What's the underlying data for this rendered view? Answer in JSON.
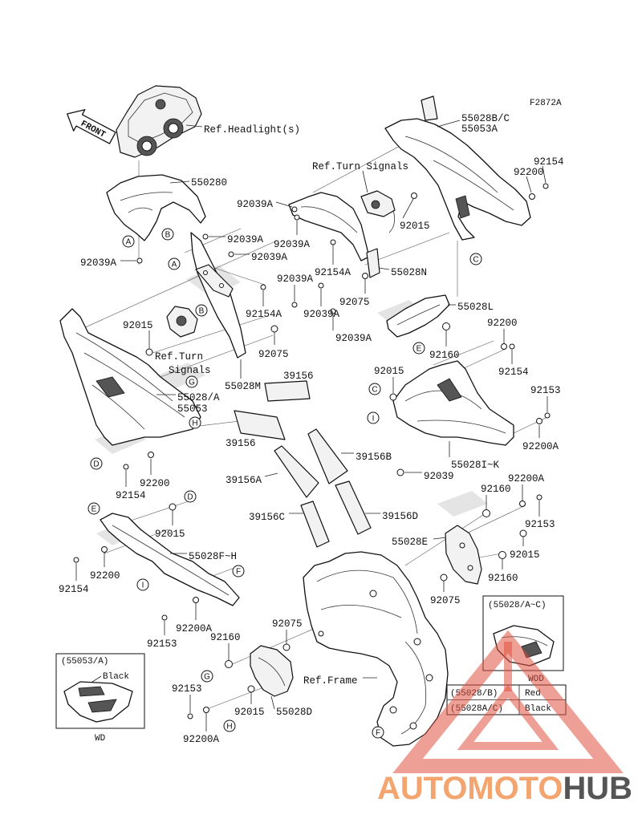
{
  "diagram_code": "F2872A",
  "front_arrow": "FRONT",
  "refs": {
    "headlight": "Ref.Headlight(s)",
    "turn_signals_top": "Ref.Turn Signals",
    "turn_signals_left_line1": "Ref.Turn",
    "turn_signals_left_line2": "Signals",
    "frame": "Ref.Frame"
  },
  "parts": [
    "55028B/C",
    "55053A",
    "92154",
    "92200",
    "550280",
    "92039A",
    "92015",
    "92039A",
    "92039A",
    "92039A",
    "92039A",
    "92154A",
    "55028N",
    "92039A",
    "92075",
    "55028L",
    "92154A",
    "92039A",
    "92015",
    "92200",
    "92039A",
    "92075",
    "92160",
    "92015",
    "92154",
    "39156",
    "55028M",
    "92153",
    "55028/A",
    "55053",
    "39156",
    "92200A",
    "39156B",
    "55028I~K",
    "92039",
    "39156A",
    "92200",
    "92200A",
    "92160",
    "92154",
    "39156C",
    "39156D",
    "92153",
    "92015",
    "55028E",
    "92015",
    "55028F~H",
    "92200",
    "92160",
    "92154",
    "92075",
    "92200A",
    "92075",
    "92160",
    "92153",
    "92153",
    "92015",
    "55028D",
    "92200A"
  ],
  "markers": {
    "a": "A",
    "b": "B",
    "c": "C",
    "d": "D",
    "e": "E",
    "f": "F",
    "g": "G",
    "h": "H",
    "i": "I"
  },
  "inset_left": {
    "title": "(55053/A)",
    "color_label": "Black",
    "code": "WD"
  },
  "inset_right": {
    "title": "(55028/A~C)",
    "code": "WOD"
  },
  "color_table": [
    {
      "part": "(55028/B)",
      "color": "Red"
    },
    {
      "part": "(55028A/C)",
      "color": "Black"
    }
  ],
  "watermark": {
    "brand_part1": "AUTOMOTO",
    "brand_part2": "HUB",
    "color_part1": "#f4a56f",
    "color_part2": "#555555",
    "logo_color": "#e0523f"
  }
}
